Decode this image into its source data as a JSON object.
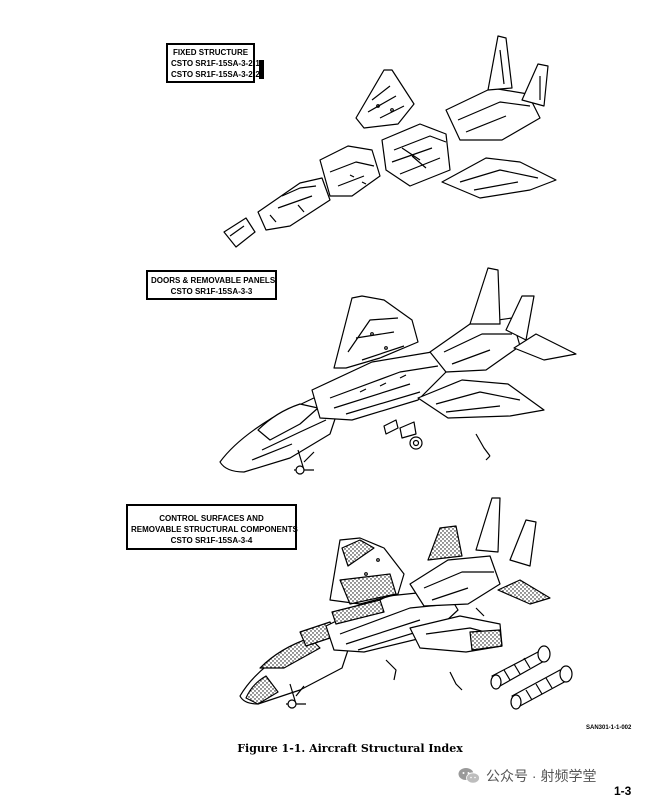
{
  "top_fragment": "· · · ·",
  "boxes": {
    "fixed_structure": [
      "FIXED STRUCTURE",
      "CSTO SR1F-15SA-3-2-1",
      "CSTO SR1F-15SA-3-2-2"
    ],
    "doors_panels": [
      "DOORS & REMOVABLE PANELS",
      "CSTO SR1F-15SA-3-3"
    ],
    "control_surfaces": [
      "CONTROL SURFACES AND",
      "REMOVABLE STRUCTURAL COMPONENTS",
      "CSTO SR1F-15SA-3-4"
    ]
  },
  "doc_code": "SAN301-1-1-002",
  "caption": "Figure 1-1. Aircraft Structural Index",
  "watermark": "公众号 · 射频学堂",
  "page_number": "1-3"
}
